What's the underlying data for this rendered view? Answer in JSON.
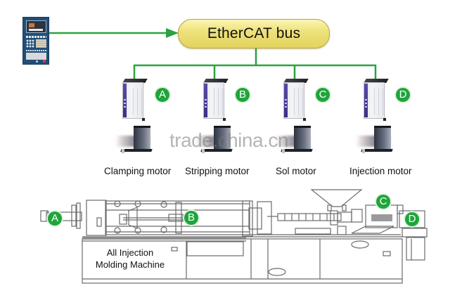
{
  "diagram": {
    "title": "EtherCAT bus",
    "controller": {
      "name": "controller-panel"
    },
    "drives": [
      {
        "id": "A",
        "motor_label": "Clamping motor"
      },
      {
        "id": "B",
        "motor_label": "Stripping motor"
      },
      {
        "id": "C",
        "motor_label": "Sol motor"
      },
      {
        "id": "D",
        "motor_label": "Injection motor"
      }
    ],
    "machine": {
      "label_line1": "All Injection",
      "label_line2": "Molding Machine",
      "badges": [
        "A",
        "B",
        "C",
        "D"
      ]
    },
    "watermark": "trade.china.cn",
    "colors": {
      "wire": "#2aa33f",
      "badge": "#1fa53a",
      "pill_fill": "#eee27c",
      "pill_border": "#b8a640",
      "controller": "#1f4e78",
      "machine_line": "#6b6b6b"
    }
  }
}
